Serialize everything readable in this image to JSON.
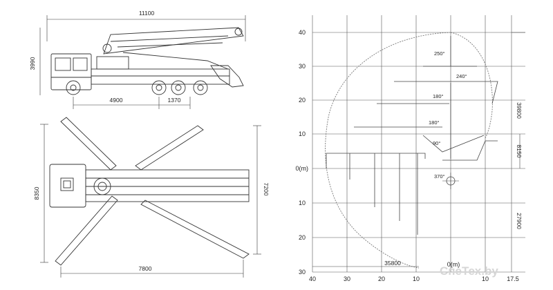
{
  "dimensions": {
    "side_length": "11100",
    "side_height": "3990",
    "wheelbase_a": "4900",
    "wheelbase_b": "1370",
    "outrigger_spread": "8350",
    "outrigger_span": "7200",
    "outrigger_length": "7800"
  },
  "reach_chart": {
    "x_ticks": [
      "40",
      "30",
      "20",
      "10",
      "0(m)",
      "10",
      "17.5"
    ],
    "y_ticks": [
      "40",
      "30",
      "20",
      "10",
      "0(m)",
      "10",
      "20",
      "30"
    ],
    "vertical_reach": "39800",
    "horizontal_reach": "35800",
    "depth_reach": "27900",
    "boom_base_height": "8150",
    "angles": [
      "250°",
      "240°",
      "180°",
      "180°",
      "90°",
      "370°"
    ]
  },
  "watermark": "СпеТех.by"
}
